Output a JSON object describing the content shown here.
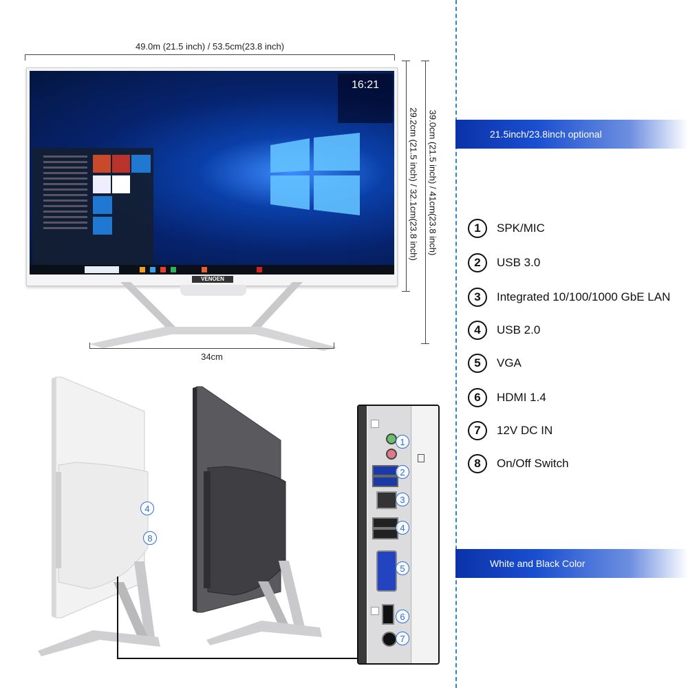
{
  "dimensions": {
    "width_label": "49.0m (21.5 inch) / 53.5cm(23.8 inch)",
    "screen_height_label": "29.2cm (21.5 inch) / 32.1cm(23.8 inch)",
    "total_height_label": "39.0cm (21.5 inch) / 41cm(23.8 inch)",
    "base_label": "34cm"
  },
  "brand": "VENOEN",
  "clock": {
    "time": "16:21"
  },
  "banners": [
    {
      "label": "21.5inch/23.8inch optional"
    },
    {
      "label": "White and Black Color"
    }
  ],
  "ports": [
    {
      "num": "1",
      "label": "SPK/MIC"
    },
    {
      "num": "2",
      "label": "USB 3.0"
    },
    {
      "num": "3",
      "label": "Integrated 10/100/1000 GbE LAN"
    },
    {
      "num": "4",
      "label": "USB 2.0"
    },
    {
      "num": "5",
      "label": "VGA"
    },
    {
      "num": "6",
      "label": "HDMI 1.4"
    },
    {
      "num": "7",
      "label": "12V DC IN"
    },
    {
      "num": "8",
      "label": "On/Off Switch"
    }
  ],
  "callouts_side": [
    "4",
    "8"
  ],
  "callouts_panel": [
    "1",
    "2",
    "3",
    "4",
    "5",
    "6",
    "7"
  ],
  "colors": {
    "accent": "#0b32a8",
    "callout": "#2a6fd8",
    "divider": "#2a86c8"
  },
  "icons": [
    "windows-logo-icon",
    "usb-port-icon",
    "lan-port-icon",
    "vga-port-icon",
    "hdmi-port-icon",
    "audio-jack-icon",
    "dc-jack-icon"
  ]
}
